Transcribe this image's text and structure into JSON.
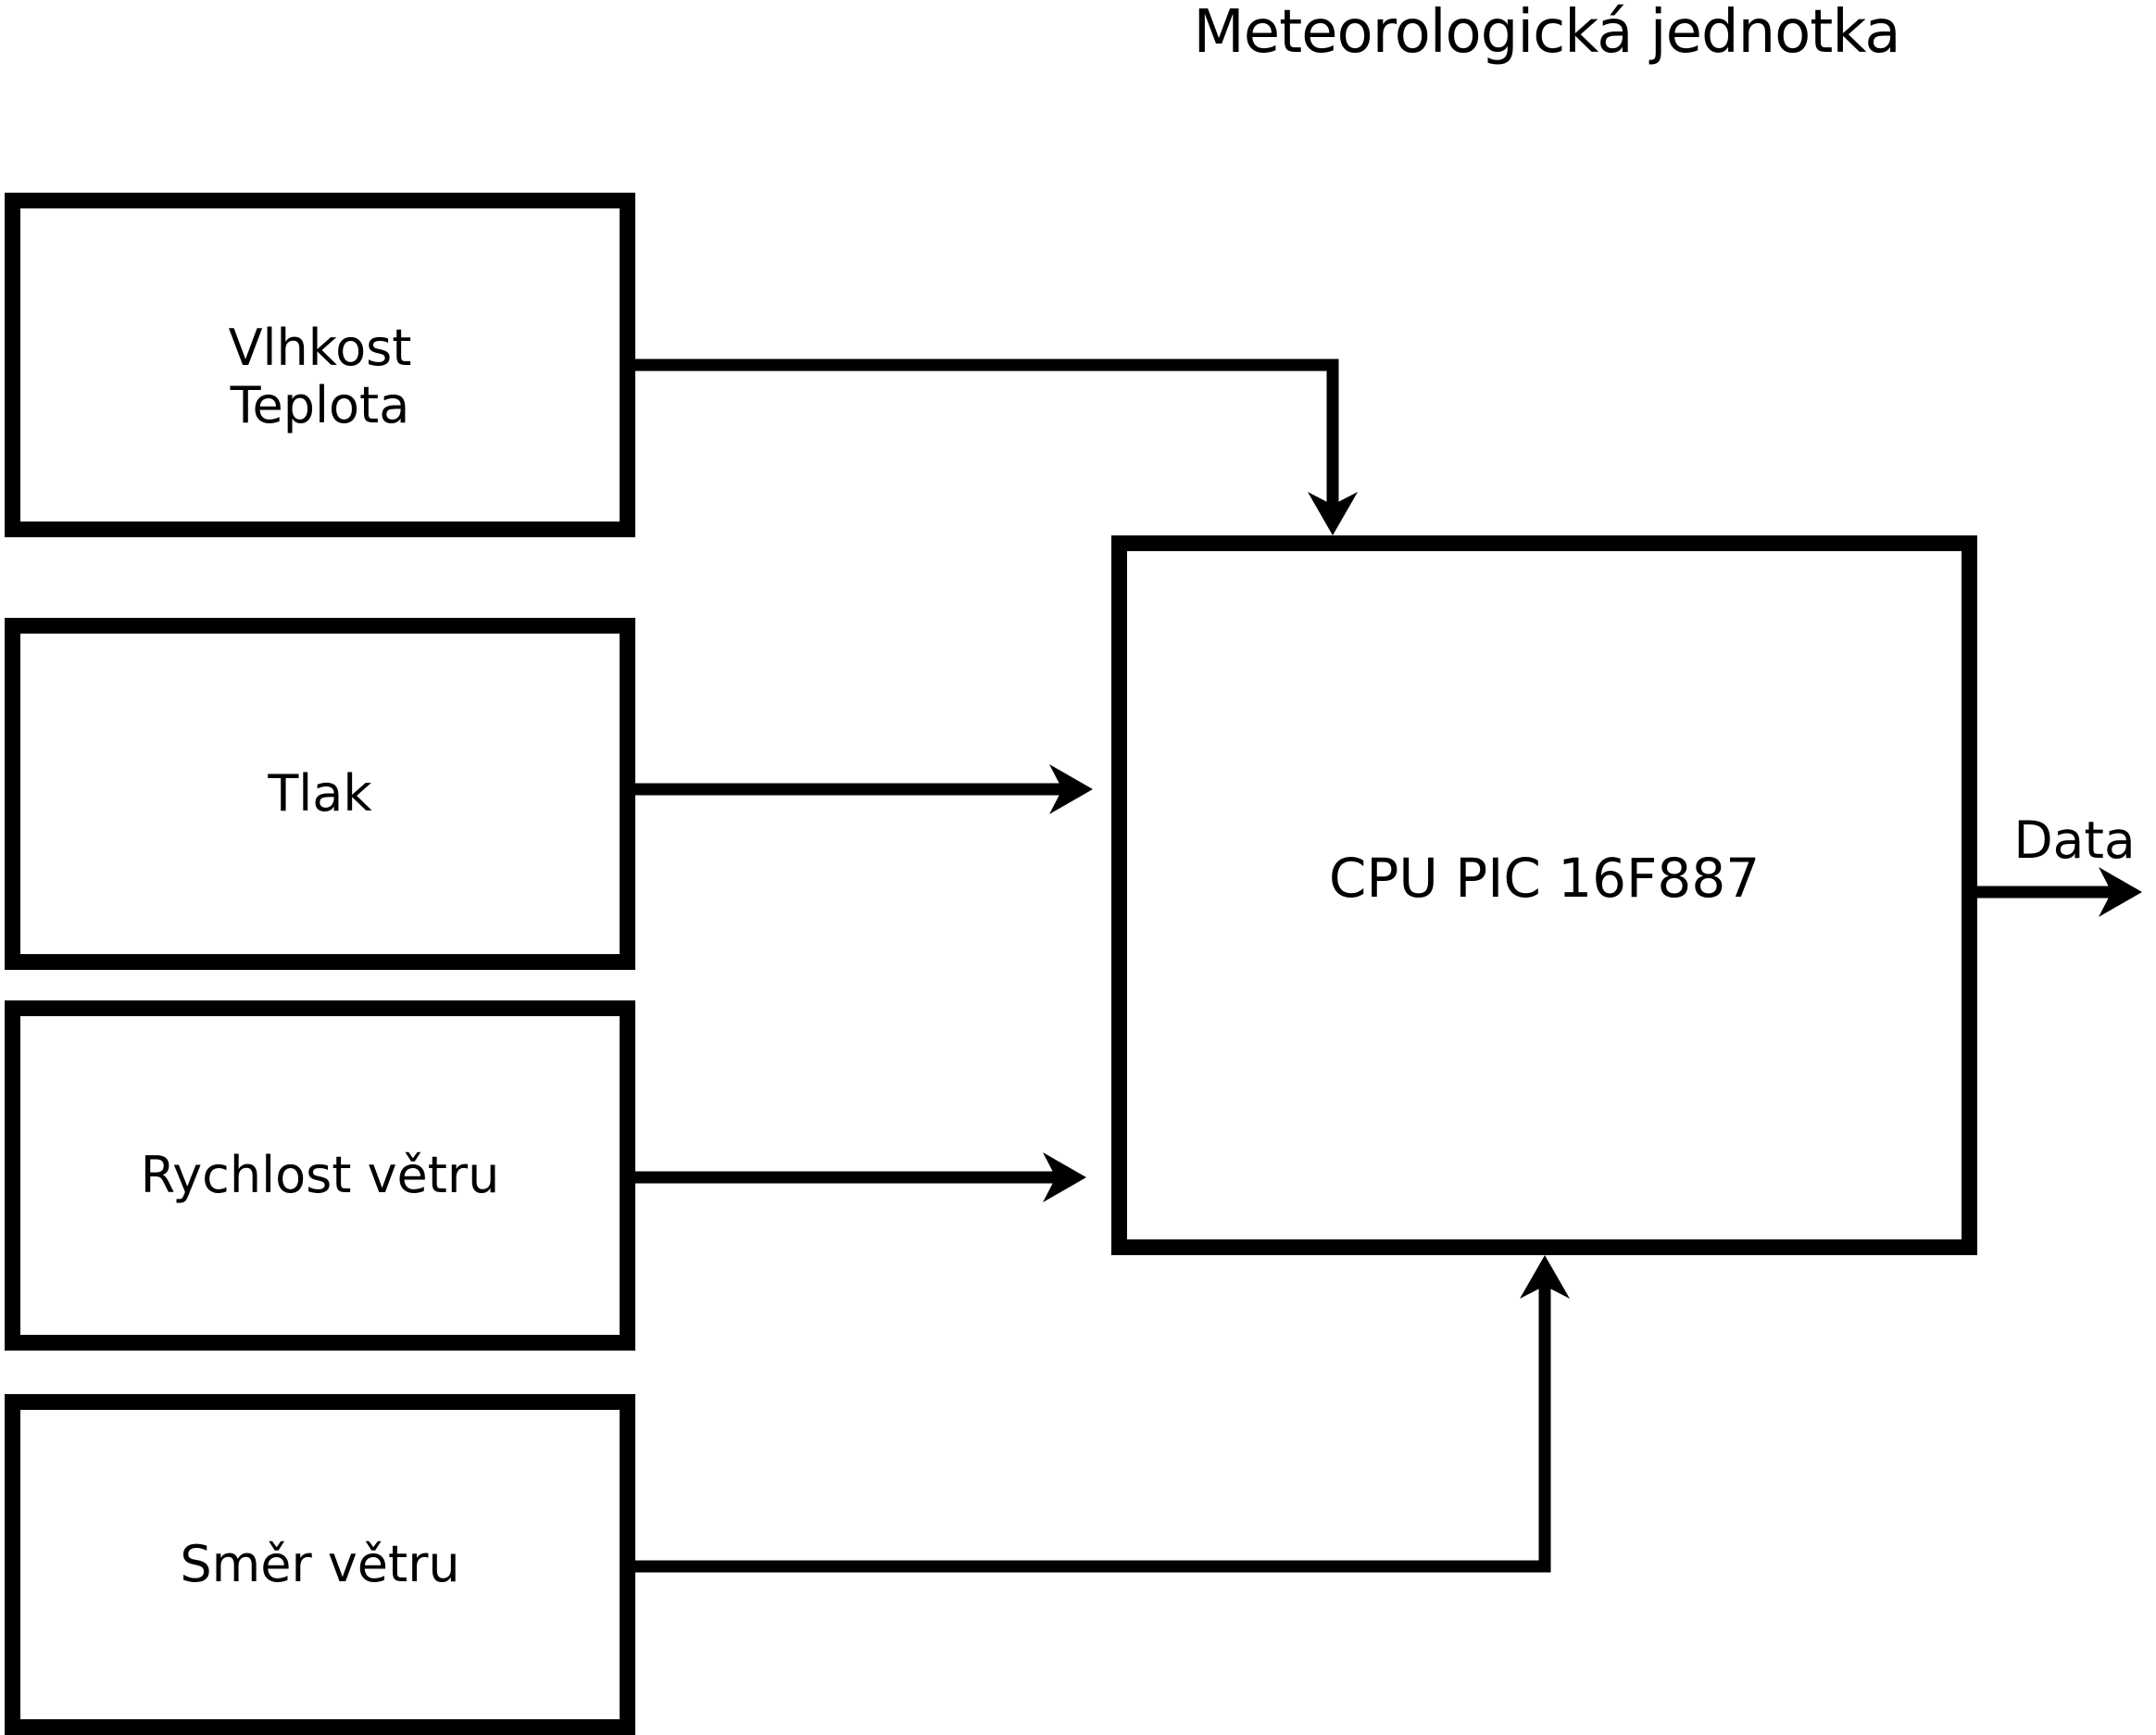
{
  "diagram": {
    "title": "Meteorologická jednotka",
    "nodes": {
      "humidity_temperature": {
        "lines": [
          "Vlhkost",
          "Teplota"
        ]
      },
      "pressure": {
        "label": "Tlak"
      },
      "wind_speed": {
        "label": "Rychlost větru"
      },
      "wind_direction": {
        "label": "Směr větru"
      },
      "cpu": {
        "label": "CPU PIC 16F887"
      }
    },
    "output_label": "Data",
    "colors": {
      "ink": "#000000",
      "background": "#ffffff"
    }
  }
}
